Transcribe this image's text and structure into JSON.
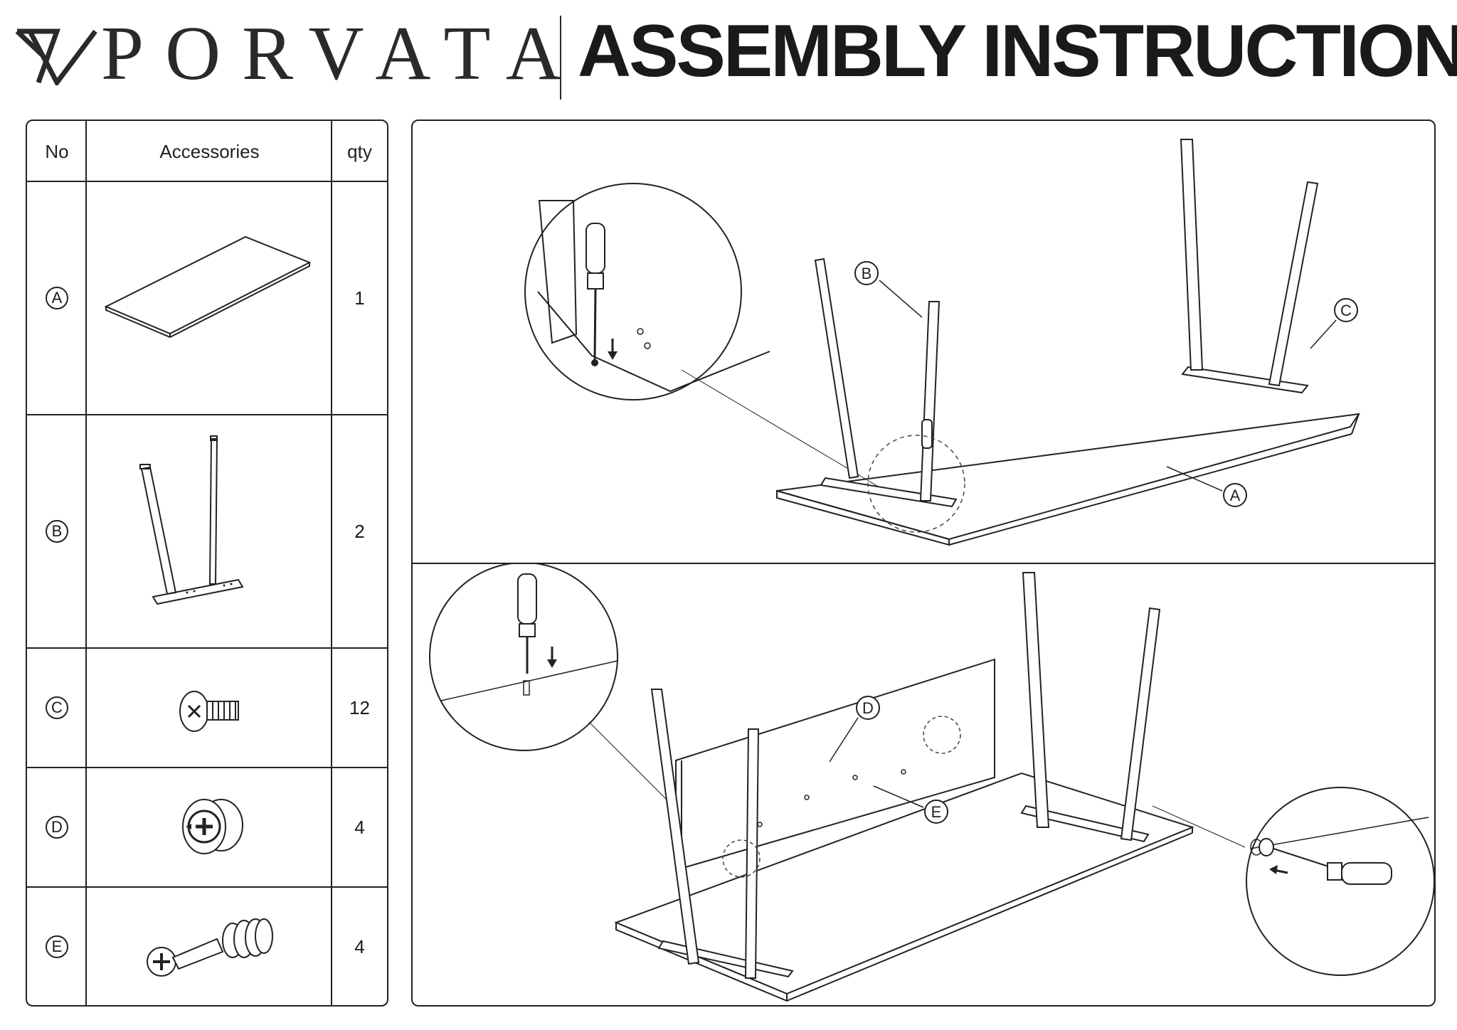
{
  "header": {
    "brand": "PORVATA",
    "title": "ASSEMBLY INSTRUCTIONS"
  },
  "parts_table": {
    "columns": [
      "No",
      "Accessories",
      "qty"
    ],
    "rows": [
      {
        "no": "A",
        "qty": "1",
        "icon": "tabletop-icon"
      },
      {
        "no": "B",
        "qty": "2",
        "icon": "leg-frame-icon"
      },
      {
        "no": "C",
        "qty": "12",
        "icon": "screw-icon"
      },
      {
        "no": "D",
        "qty": "4",
        "icon": "cam-lock-icon"
      },
      {
        "no": "E",
        "qty": "4",
        "icon": "cam-bolt-icon"
      }
    ]
  },
  "steps": [
    {
      "labels": [
        "B",
        "C",
        "A"
      ]
    },
    {
      "labels": [
        "D",
        "E"
      ]
    }
  ]
}
